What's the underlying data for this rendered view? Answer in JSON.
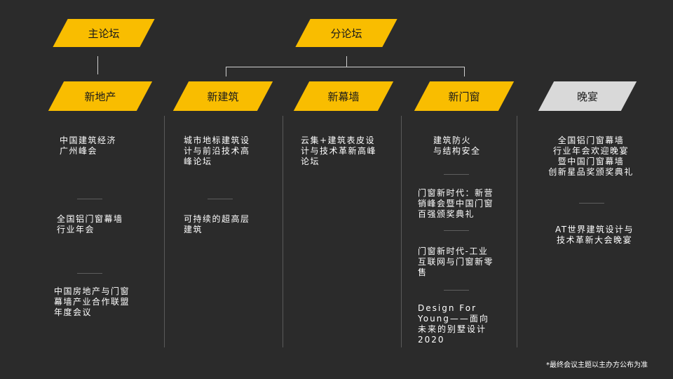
{
  "headers": {
    "main_forum": "主论坛",
    "sub_forum": "分论坛"
  },
  "colors": {
    "accent": "#f9bd00",
    "gray_box": "#d9d9d9",
    "background": "#2b2b2b"
  },
  "categories": [
    {
      "label": "新地产",
      "color": "#f9bd00"
    },
    {
      "label": "新建筑",
      "color": "#f9bd00"
    },
    {
      "label": "新幕墙",
      "color": "#f9bd00"
    },
    {
      "label": "新门窗",
      "color": "#f9bd00"
    },
    {
      "label": "晚宴",
      "color": "#d9d9d9"
    }
  ],
  "events": {
    "col1": [
      "中国建筑经济\n广州峰会",
      "全国铝门窗幕墙\n行业年会",
      "中国房地产与门窗\n幕墙产业合作联盟\n年度会议"
    ],
    "col2": [
      "城市地标建筑设\n计与前沿技术高\n峰论坛",
      "可持续的超高层\n建筑"
    ],
    "col3": [
      "云集+建筑表皮设\n计与技术革新高峰\n论坛"
    ],
    "col4": [
      "建筑防火\n与结构安全",
      "门窗新时代：新营\n销峰会暨中国门窗\n百强颁奖典礼",
      "门窗新时代-工业\n互联网与门窗新零\n售",
      "Design For\nYoung——面向\n未来的别墅设计\n2020"
    ],
    "col5": [
      "全国铝门窗幕墙\n行业年会欢迎晚宴\n暨中国门窗幕墙\n创新星品奖颁奖典礼",
      "AT世界建筑设计与\n技术革新大会晚宴"
    ]
  },
  "footnote": "*最终会议主题以主办方公布为准"
}
